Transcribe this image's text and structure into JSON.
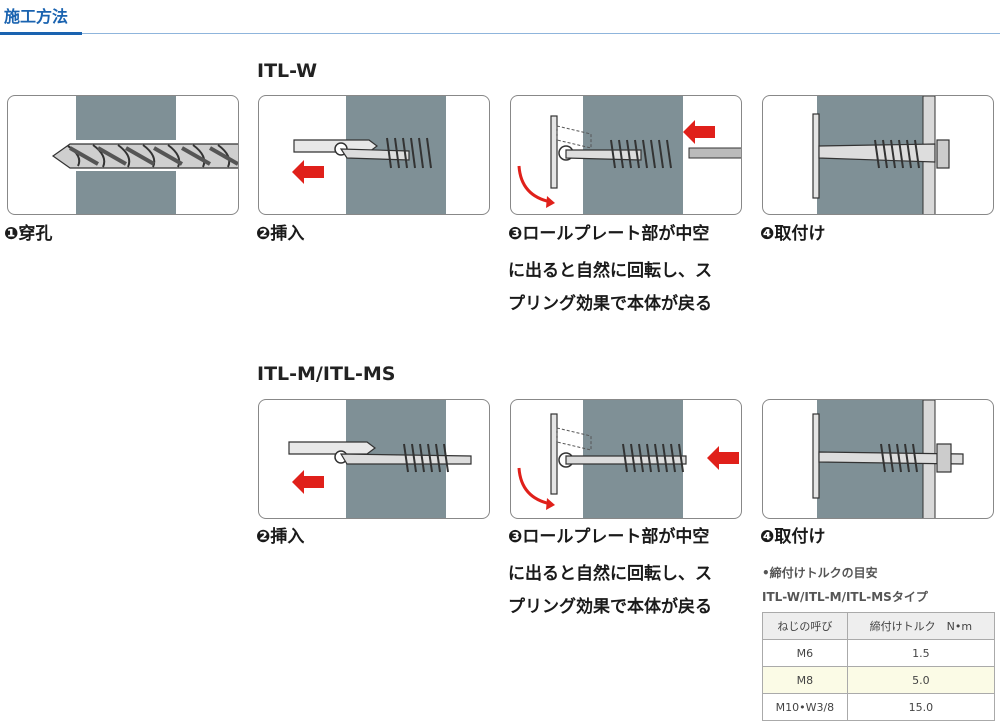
{
  "header": {
    "title": "施工方法"
  },
  "sections": [
    {
      "title": "ITL-W"
    },
    {
      "title": "ITL-M/ITL-MS"
    }
  ],
  "steps_itlw": [
    "❶穿孔",
    "❷挿入",
    [
      "❸ロールプレート部が中空",
      "に出ると自然に回転し、ス",
      "プリング効果で本体が戻る"
    ],
    "❹取付け"
  ],
  "steps_itlm": [
    "❷挿入",
    [
      "❸ロールプレート部が中空",
      "に出ると自然に回転し、ス",
      "プリング効果で本体が戻る"
    ],
    "❹取付け"
  ],
  "torque": {
    "note": "•締付けトルクの目安",
    "subtitle": "ITL-W/ITL-M/ITL-MSタイプ",
    "headers": [
      "ねじの呼び",
      "締付けトルク　N•m"
    ],
    "rows": [
      [
        "M6",
        "1.5"
      ],
      [
        "M8",
        "5.0"
      ],
      [
        "M10•W3/8",
        "15.0"
      ]
    ]
  },
  "colors": {
    "wall": "#7f9096",
    "arrow": "#e0201a",
    "header_accent": "#1a63b0",
    "highlight_row": "#fbfbe6"
  },
  "icons": [
    "drill-bit-icon",
    "toggle-anchor-icon",
    "insert-arrow-icon",
    "rotate-arrow-icon",
    "nut-icon"
  ]
}
